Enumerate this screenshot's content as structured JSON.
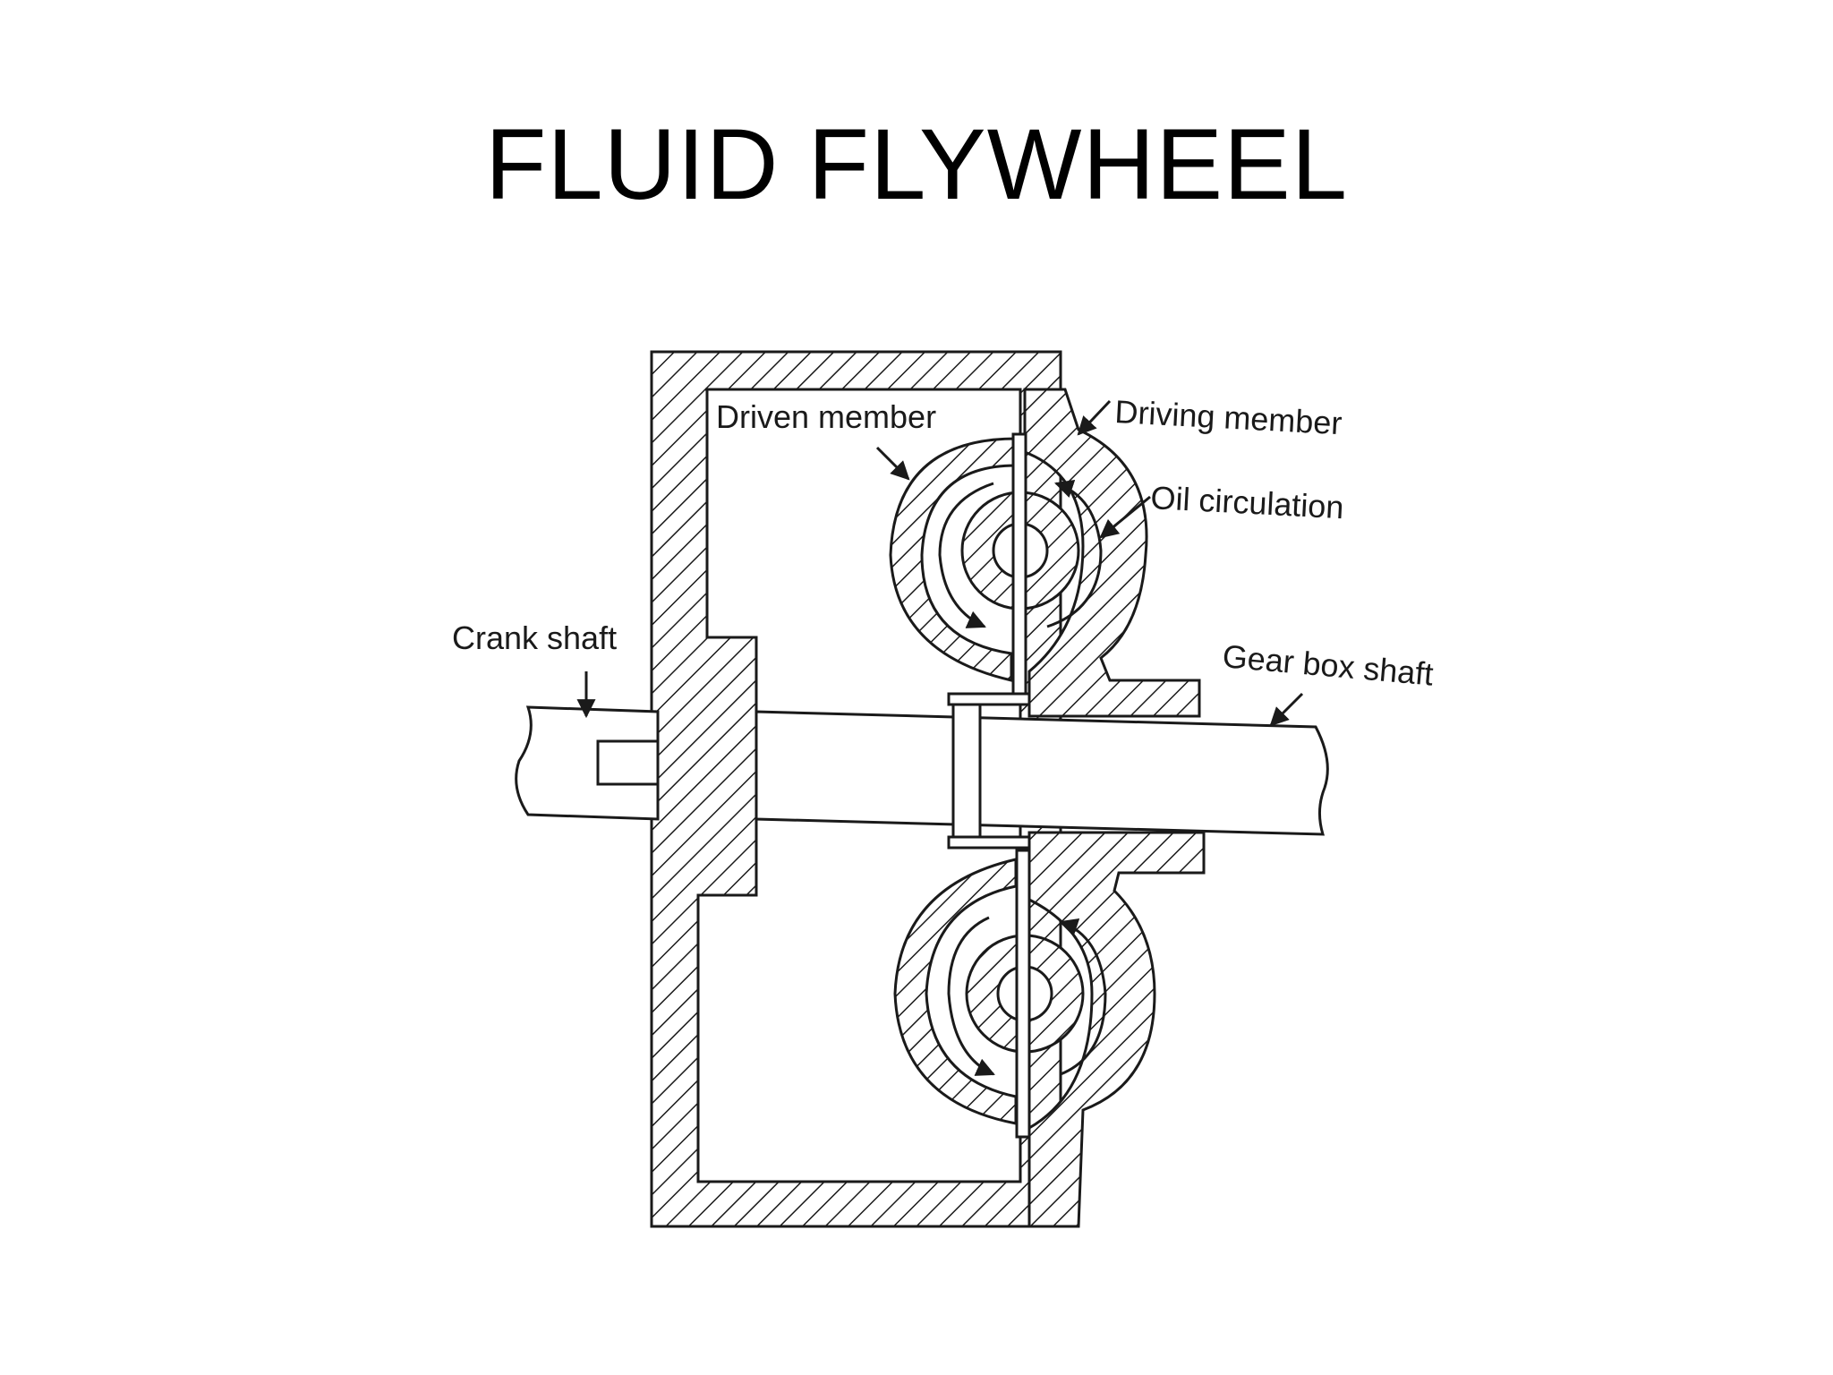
{
  "slide": {
    "title": "FLUID FLYWHEEL"
  },
  "labels": {
    "driven_member": "Driven member",
    "driving_member": "Driving member",
    "oil_circulation": "Oil circulation",
    "crank_shaft": "Crank shaft",
    "gear_box_shaft": "Gear box shaft"
  },
  "colors": {
    "ink": "#1a1a1a",
    "background": "#ffffff"
  }
}
